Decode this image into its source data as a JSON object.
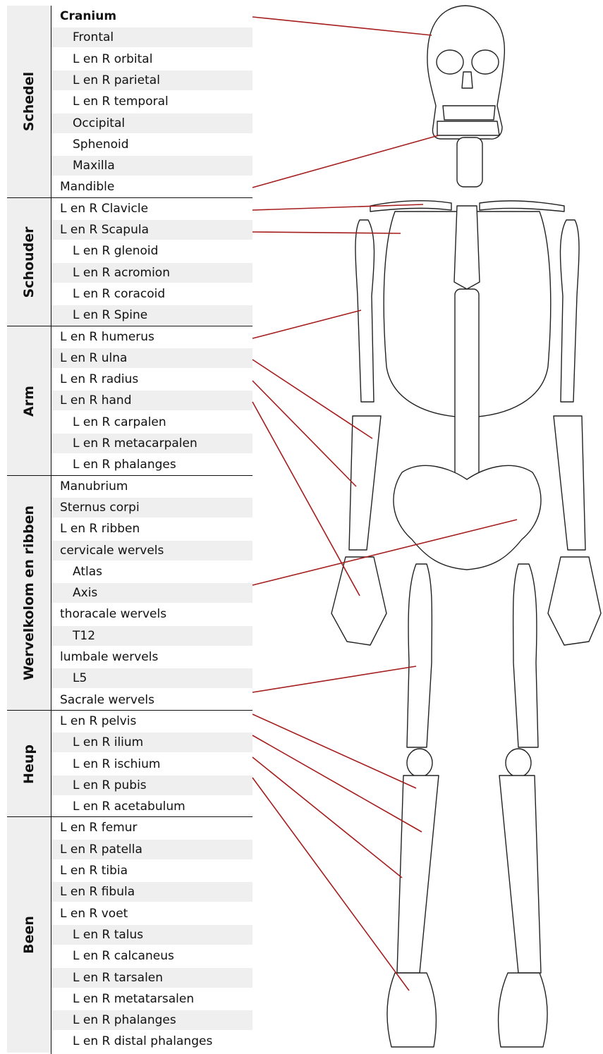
{
  "groups": [
    {
      "label": "Schedel",
      "rows": [
        {
          "text": "Cranium",
          "level": "main",
          "bold": true
        },
        {
          "text": "Frontal",
          "level": "sub"
        },
        {
          "text": "L en R orbital",
          "level": "sub"
        },
        {
          "text": "L en R parietal",
          "level": "sub"
        },
        {
          "text": "L en R temporal",
          "level": "sub"
        },
        {
          "text": "Occipital",
          "level": "sub"
        },
        {
          "text": "Sphenoid",
          "level": "sub"
        },
        {
          "text": "Maxilla",
          "level": "sub"
        },
        {
          "text": "Mandible",
          "level": "main"
        }
      ]
    },
    {
      "label": "Schouder",
      "rows": [
        {
          "text": "L en R Clavicle",
          "level": "main"
        },
        {
          "text": "L en R Scapula",
          "level": "main"
        },
        {
          "text": "L en R glenoid",
          "level": "sub"
        },
        {
          "text": "L en R acromion",
          "level": "sub"
        },
        {
          "text": "L en R coracoid",
          "level": "sub"
        },
        {
          "text": "L en R Spine",
          "level": "sub"
        }
      ]
    },
    {
      "label": "Arm",
      "rows": [
        {
          "text": "L en R humerus",
          "level": "main"
        },
        {
          "text": "L en R ulna",
          "level": "main"
        },
        {
          "text": "L en R radius",
          "level": "main"
        },
        {
          "text": "L en R hand",
          "level": "main"
        },
        {
          "text": "L en R carpalen",
          "level": "sub"
        },
        {
          "text": "L en R metacarpalen",
          "level": "sub"
        },
        {
          "text": "L en R phalanges",
          "level": "sub"
        }
      ]
    },
    {
      "label": "Wervelkolom en ribben",
      "rows": [
        {
          "text": "Manubrium",
          "level": "main"
        },
        {
          "text": "Sternus corpi",
          "level": "main"
        },
        {
          "text": "L en R ribben",
          "level": "main"
        },
        {
          "text": "cervicale wervels",
          "level": "main"
        },
        {
          "text": "Atlas",
          "level": "sub"
        },
        {
          "text": "Axis",
          "level": "sub"
        },
        {
          "text": "thoracale wervels",
          "level": "main"
        },
        {
          "text": "T12",
          "level": "sub"
        },
        {
          "text": "lumbale wervels",
          "level": "main"
        },
        {
          "text": "L5",
          "level": "sub"
        },
        {
          "text": "Sacrale wervels",
          "level": "main"
        }
      ]
    },
    {
      "label": "Heup",
      "rows": [
        {
          "text": "L en R pelvis",
          "level": "main"
        },
        {
          "text": "L en R ilium",
          "level": "sub"
        },
        {
          "text": "L en R ischium",
          "level": "sub"
        },
        {
          "text": "L en R pubis",
          "level": "sub"
        },
        {
          "text": "L en R acetabulum",
          "level": "sub"
        }
      ]
    },
    {
      "label": "Been",
      "rows": [
        {
          "text": "L en R femur",
          "level": "main"
        },
        {
          "text": "L en R patella",
          "level": "main"
        },
        {
          "text": "L en R tibia",
          "level": "main"
        },
        {
          "text": "L en R fibula",
          "level": "main"
        },
        {
          "text": "L en R voet",
          "level": "main"
        },
        {
          "text": "L en R talus",
          "level": "sub"
        },
        {
          "text": "L en R calcaneus",
          "level": "sub"
        },
        {
          "text": "L en R tarsalen",
          "level": "sub"
        },
        {
          "text": "L en R metatarsalen",
          "level": "sub"
        },
        {
          "text": "L en R phalanges",
          "level": "sub"
        },
        {
          "text": "L en R distal phalanges",
          "level": "sub"
        }
      ]
    }
  ],
  "colors": {
    "leader_line": "#a51d1d",
    "row_shade": "#efefef",
    "outline": "#222222"
  }
}
